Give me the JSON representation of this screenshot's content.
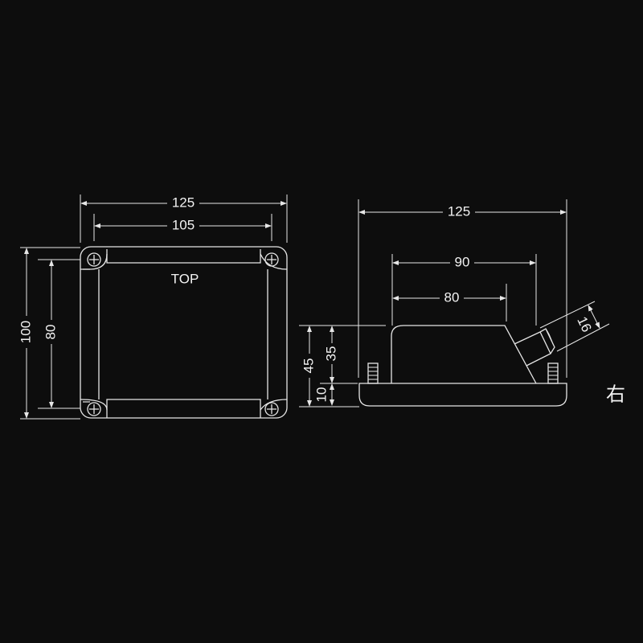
{
  "top_view": {
    "label": "TOP",
    "dims": {
      "overall_width": "125",
      "hole_spacing_width": "105",
      "overall_height": "100",
      "hole_spacing_height": "80"
    }
  },
  "side_view": {
    "label": "右",
    "dims": {
      "overall_width": "125",
      "body_width": "90",
      "top_width": "80",
      "total_height": "45",
      "body_height": "35",
      "base_height": "10",
      "connector_diameter": "16"
    }
  },
  "colors": {
    "background": "#0d0d0d",
    "lines": "#e6e6e6"
  }
}
